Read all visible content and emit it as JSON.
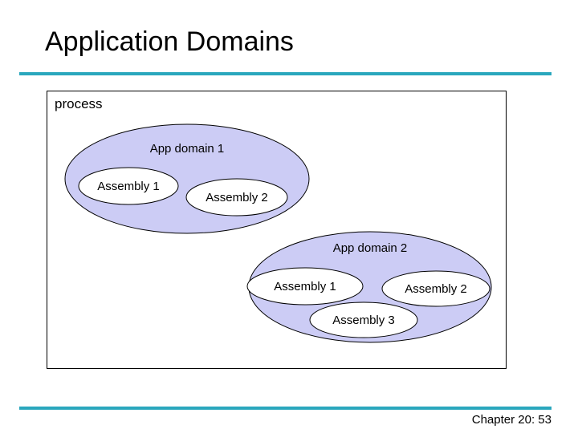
{
  "slide": {
    "title": "Application Domains",
    "accent_color": "#2aa7bd",
    "domain_fill_color": "#ccccf5",
    "assembly_fill_color": "#ffffff",
    "background_color": "#ffffff"
  },
  "diagram": {
    "process_label": "process",
    "domains": [
      {
        "label": "App domain 1",
        "assemblies": [
          {
            "label": "Assembly 1"
          },
          {
            "label": "Assembly 2"
          }
        ]
      },
      {
        "label": "App domain 2",
        "assemblies": [
          {
            "label": "Assembly 1"
          },
          {
            "label": "Assembly 2"
          },
          {
            "label": "Assembly 3"
          }
        ]
      }
    ]
  },
  "footer": {
    "text": "Chapter 20: 53"
  }
}
